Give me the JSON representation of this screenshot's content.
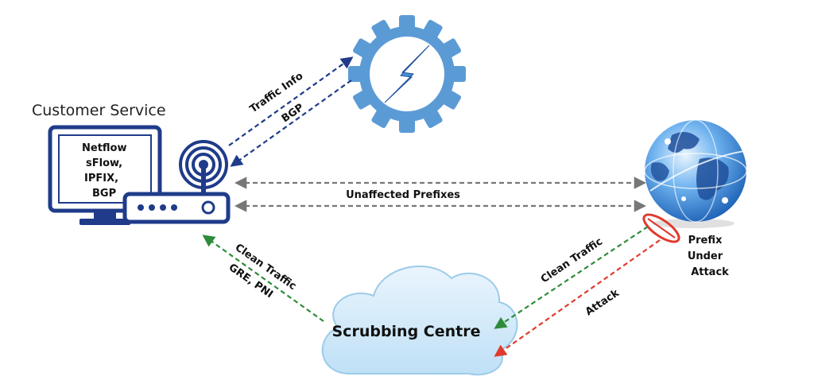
{
  "customer": {
    "title": "Customer Service",
    "monitor_lines": [
      "Netflow",
      "sFlow,",
      "IPFIX,",
      "BGP"
    ]
  },
  "links": {
    "traffic_info": "Traffic Info",
    "bgp": "BGP",
    "unaffected": "Unaffected Prefixes",
    "clean_traffic_left": "Clean Traffic",
    "gre_pni": "GRE, PNI",
    "clean_traffic_right": "Clean Traffic",
    "attack": "Attack"
  },
  "internet": {
    "label_lines": [
      "Prefix",
      "Under",
      "Attack"
    ]
  },
  "scrubbing": {
    "label": "Scrubbing Centre"
  },
  "colors": {
    "navy": "#1f3b8a",
    "gear": "#5b9bd5",
    "gray_arrow": "#777777",
    "green_arrow": "#2e8b3a",
    "red_arrow": "#e03a2e"
  },
  "icons": {
    "gear": "gear-lightning-icon",
    "router": "router-icon",
    "monitor": "monitor-icon",
    "globe": "globe-icon",
    "cloud": "cloud-icon",
    "ring": "attack-ring-icon"
  }
}
